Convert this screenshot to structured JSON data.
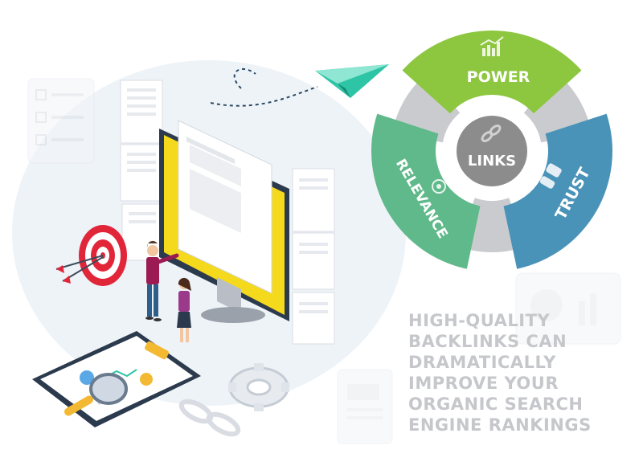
{
  "diagram": {
    "center": {
      "label": "LINKS",
      "icon": "chain-link-icon"
    },
    "segments": [
      {
        "label": "POWER",
        "icon": "bar-chart-icon",
        "color": "#8dc63f"
      },
      {
        "label": "TRUST",
        "icon": "handshake-icon",
        "color": "#4a93b8"
      },
      {
        "label": "RELEVANCE",
        "icon": "target-icon",
        "color": "#5fb98a"
      }
    ],
    "connector_color": "#c9cbce",
    "hub_color": "#8c8c8c"
  },
  "headline": {
    "lines": [
      "HIGH-QUALITY",
      "BACKLINKS CAN",
      "DRAMATICALLY",
      "IMPROVE YOUR",
      "ORGANIC SEARCH",
      "ENGINE RANKINGS"
    ],
    "color": "#c5c7cb"
  },
  "illustration": {
    "icons": [
      "paper-plane-icon",
      "monitor-icon",
      "target-icon",
      "clipboard-icon",
      "magnifier-icon",
      "gear-icon",
      "chain-icon"
    ],
    "accent_yellow": "#f4d91c",
    "accent_red": "#e2263a"
  }
}
